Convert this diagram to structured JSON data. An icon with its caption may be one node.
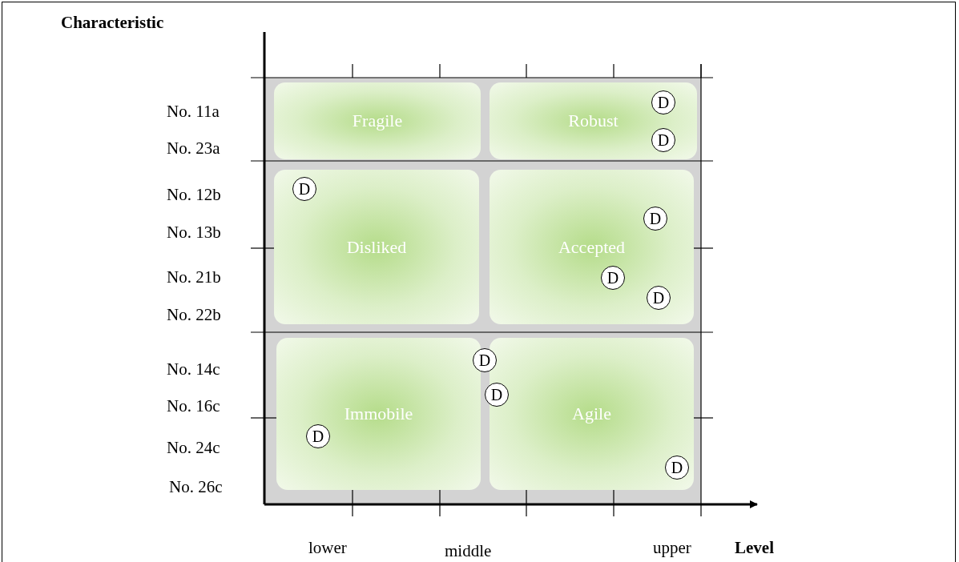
{
  "diagram": {
    "nodes": [
      {
        "text": [
          "Fragile"
        ]
      },
      {
        "text": [
          "Robust"
        ]
      },
      {
        "text": [
          "Disliked"
        ]
      },
      {
        "text": [
          "Accepted"
        ]
      },
      {
        "text": [
          "Immobile"
        ]
      },
      {
        "text": [
          "Agile"
        ]
      },
      {
        "text": [
          "D"
        ],
        "in": 1
      },
      {
        "text": [
          "D"
        ],
        "in": 1
      },
      {
        "text": [
          "D"
        ],
        "in": 2
      },
      {
        "text": [
          "D"
        ],
        "in": 3
      },
      {
        "text": [
          "D"
        ],
        "in": 3
      },
      {
        "text": [
          "D"
        ],
        "in": 3
      },
      {
        "text": [
          "D"
        ]
      },
      {
        "text": [
          "D"
        ]
      },
      {
        "text": [
          "D"
        ],
        "in": 4
      },
      {
        "text": [
          "D"
        ],
        "in": 5
      }
    ],
    "edges": [],
    "labels": [
      "Characteristic",
      "No. 11a",
      "No. 23a",
      "No. 12b",
      "No. 13b",
      "No. 21b",
      "No. 22b",
      "No. 14c",
      "No. 16c",
      "No. 24c",
      "No. 26c",
      "lower",
      "middle",
      "upper",
      "Level"
    ]
  }
}
